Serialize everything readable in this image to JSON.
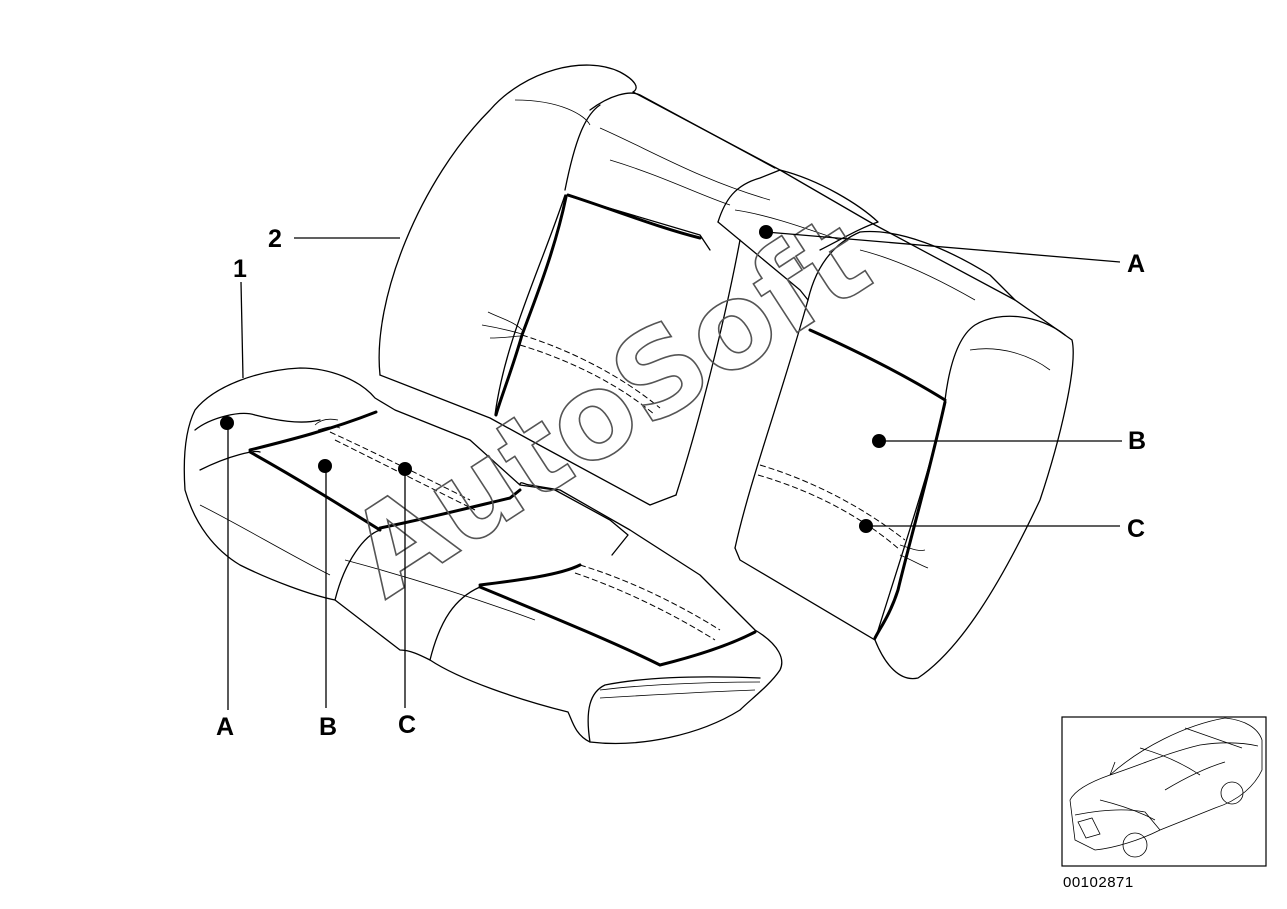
{
  "watermark": "AutoSoft",
  "part_number": "00102871",
  "callouts": {
    "part_1": "1",
    "part_2": "2",
    "cushion_A": "A",
    "cushion_B": "B",
    "cushion_C": "C",
    "backrest_A": "A",
    "backrest_B": "B",
    "backrest_C": "C"
  }
}
